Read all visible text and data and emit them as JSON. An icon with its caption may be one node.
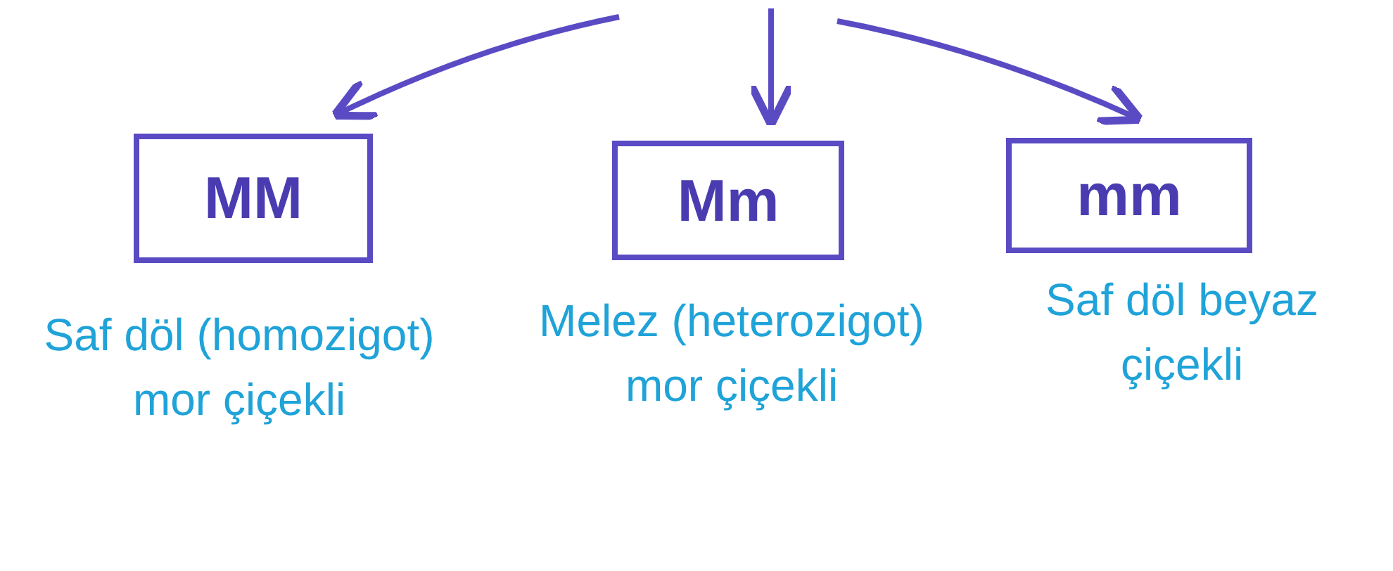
{
  "diagram": {
    "nodes": [
      {
        "text": [
          "MM"
        ],
        "beside": [
          "Saf döl (homozigot) mor çiçekli"
        ]
      },
      {
        "text": [
          "Mm"
        ],
        "beside": [
          "Melez (heterozigot) mor çiçekli"
        ]
      },
      {
        "text": [
          "mm"
        ],
        "beside": [
          "Saf döl beyaz çiçekli"
        ]
      }
    ],
    "edges": [
      {
        "from": null,
        "to": 0,
        "arrow": "to"
      },
      {
        "from": null,
        "to": 1,
        "arrow": "to"
      },
      {
        "from": null,
        "to": 2,
        "arrow": "to"
      }
    ]
  }
}
